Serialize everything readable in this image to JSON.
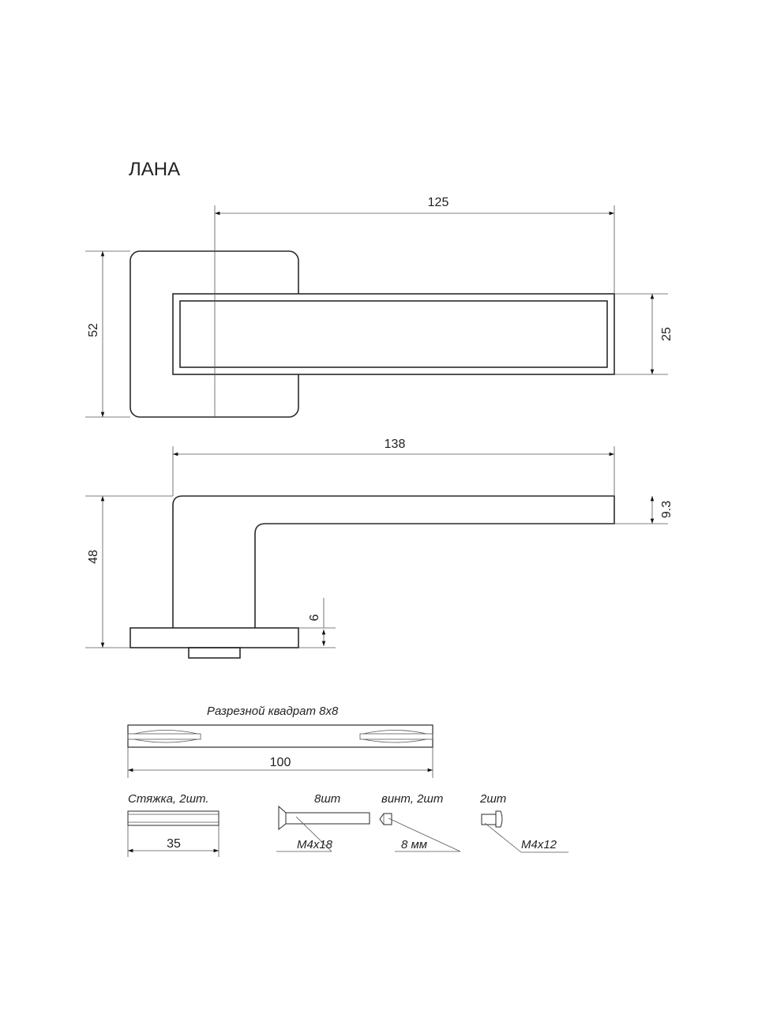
{
  "title": "ЛАНА",
  "dimensions": {
    "handle_length_from_axis": "125",
    "rosette_height": "52",
    "handle_width": "25",
    "overall_length": "138",
    "overall_height": "48",
    "handle_thickness": "9.3",
    "rosette_thickness": "6"
  },
  "spindle": {
    "label": "Разрезной квадрат 8x8",
    "length": "100"
  },
  "parts": {
    "coupler": {
      "label": "Стяжка, 2шт.",
      "length": "35"
    },
    "screw": {
      "qty": "8шт",
      "size": "М4х18"
    },
    "set_screw": {
      "qty": "винт, 2шт",
      "size": "8 мм"
    },
    "bolt": {
      "qty": "2шт",
      "size": "М4х12"
    }
  }
}
